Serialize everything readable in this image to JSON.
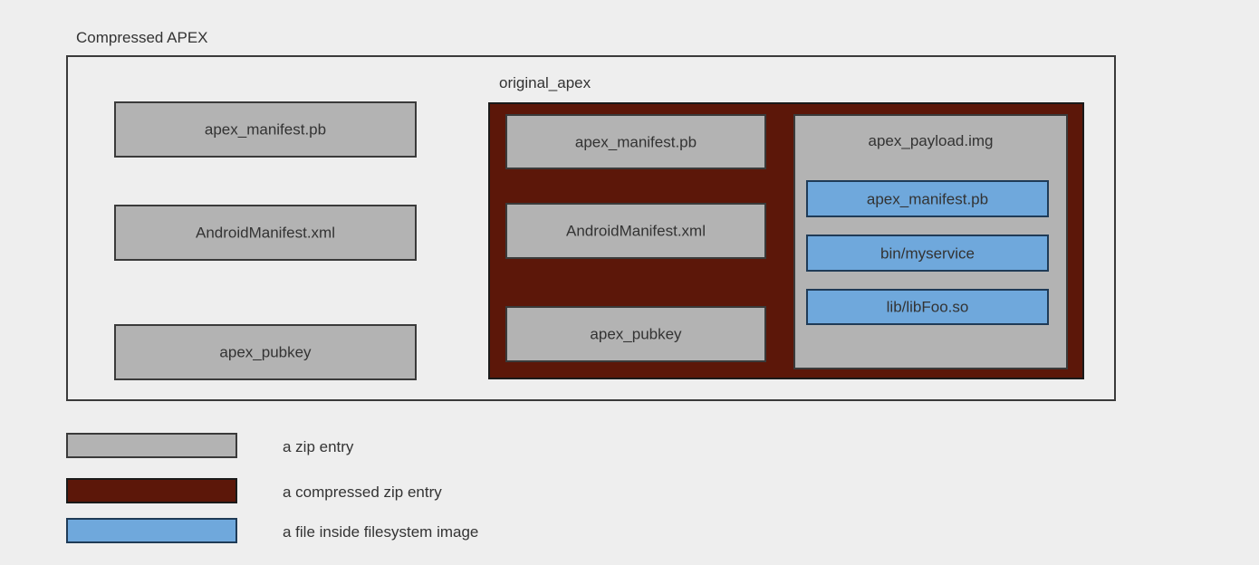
{
  "diagram": {
    "title": "Compressed APEX",
    "background_color": "#eeeeee",
    "outer_container": {
      "label": "Compressed APEX",
      "entries": [
        {
          "label": "apex_manifest.pb"
        },
        {
          "label": "AndroidManifest.xml"
        },
        {
          "label": "apex_pubkey"
        }
      ]
    },
    "compressed_container": {
      "label": "original_apex",
      "color": "#5c1709",
      "entries": [
        {
          "label": "apex_manifest.pb"
        },
        {
          "label": "AndroidManifest.xml"
        },
        {
          "label": "apex_pubkey"
        }
      ],
      "payload": {
        "label": "apex_payload.img",
        "color": "#b3b3b3",
        "files": [
          {
            "label": "apex_manifest.pb"
          },
          {
            "label": "bin/myservice"
          },
          {
            "label": "lib/libFoo.so"
          }
        ]
      }
    },
    "legend": {
      "items": [
        {
          "label": "a zip entry",
          "color": "#b3b3b3"
        },
        {
          "label": "a compressed zip entry",
          "color": "#5c1709"
        },
        {
          "label": "a file inside filesystem image",
          "color": "#6fa8dc"
        }
      ]
    }
  }
}
